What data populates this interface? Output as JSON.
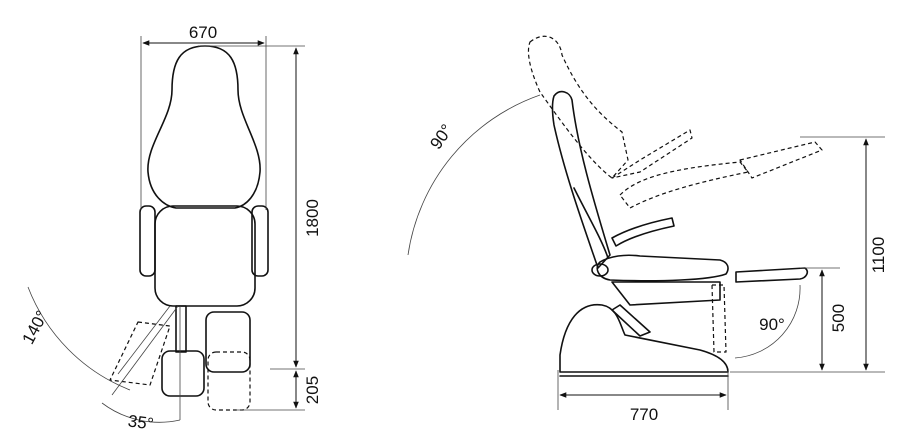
{
  "dimensions": {
    "top_width": "670",
    "top_length": "1800",
    "top_foot": "205",
    "top_angle_back": "140°",
    "top_angle_leg": "35°",
    "side_angle_back": "90°",
    "side_angle_leg": "90°",
    "side_depth": "770",
    "side_height": "1100",
    "side_seat_height": "500"
  }
}
